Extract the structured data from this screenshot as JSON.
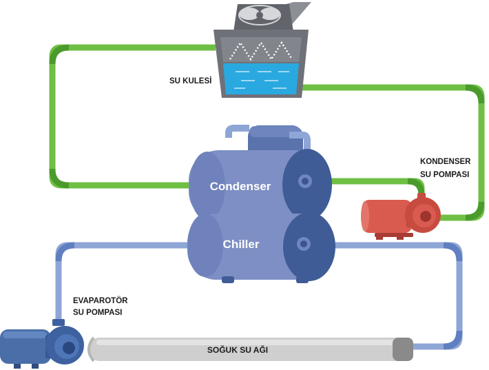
{
  "labels": {
    "tower": "SU KULESİ",
    "condenser_pump_line1": "KONDENSER",
    "condenser_pump_line2": "SU POMPASI",
    "evaporator_pump_line1": "EVAPAROTÖR",
    "evaporator_pump_line2": "SU POMPASI",
    "condenser": "Condenser",
    "chiller": "Chiller",
    "chilled_water_network": "SOĞUK SU AĞI"
  },
  "colors": {
    "condenser_loop": "#6fbf44",
    "chilled_loop": "#8ea6d6",
    "chiller_body": "#7d8fc4",
    "chiller_dark": "#3f5c96",
    "condenser_pump": "#d95b4f",
    "evaporator_pump": "#4a6fa8",
    "tower_body": "#757882",
    "tower_water": "#2aa9e0",
    "network_pipe": "#cfcfcf"
  },
  "icons": {
    "tower_fan": "fan-icon"
  }
}
